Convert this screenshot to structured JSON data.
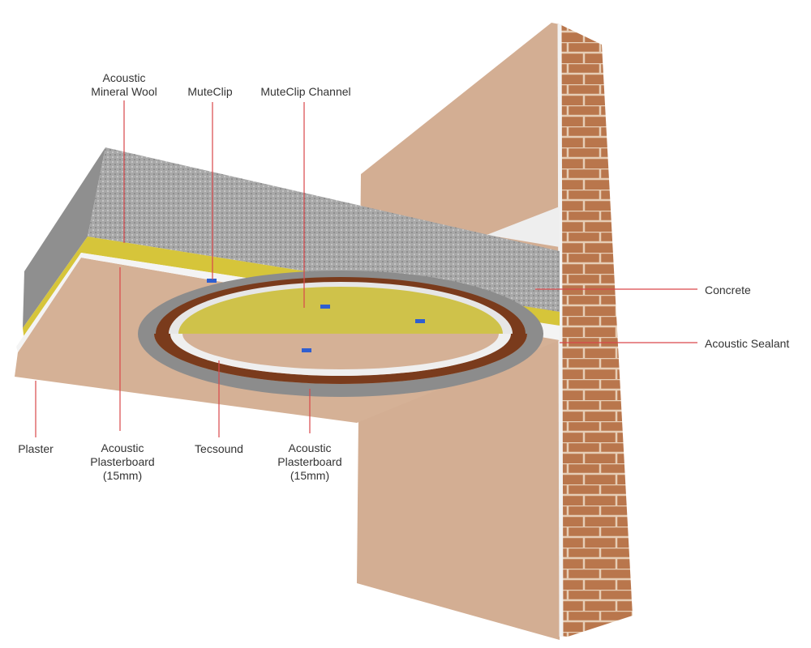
{
  "title": "Acoustic ceiling build-up diagram",
  "colors": {
    "leader": "#d9474a",
    "concrete": "#a9a9a9",
    "wool": "#d8c93a",
    "plaster": "#d2ad93",
    "brick": "#b8734a",
    "tecsound": "#7a3b1c"
  },
  "labels": {
    "mineral_wool": [
      "Acoustic",
      "Mineral Wool"
    ],
    "muteclip": "MuteClip",
    "muteclip_channel": "MuteClip Channel",
    "concrete": "Concrete",
    "acoustic_sealant": "Acoustic Sealant",
    "plaster": "Plaster",
    "plasterboard_1": [
      "Acoustic",
      "Plasterboard",
      "(15mm)"
    ],
    "tecsound": "Tecsound",
    "plasterboard_2": [
      "Acoustic",
      "Plasterboard",
      "(15mm)"
    ]
  }
}
